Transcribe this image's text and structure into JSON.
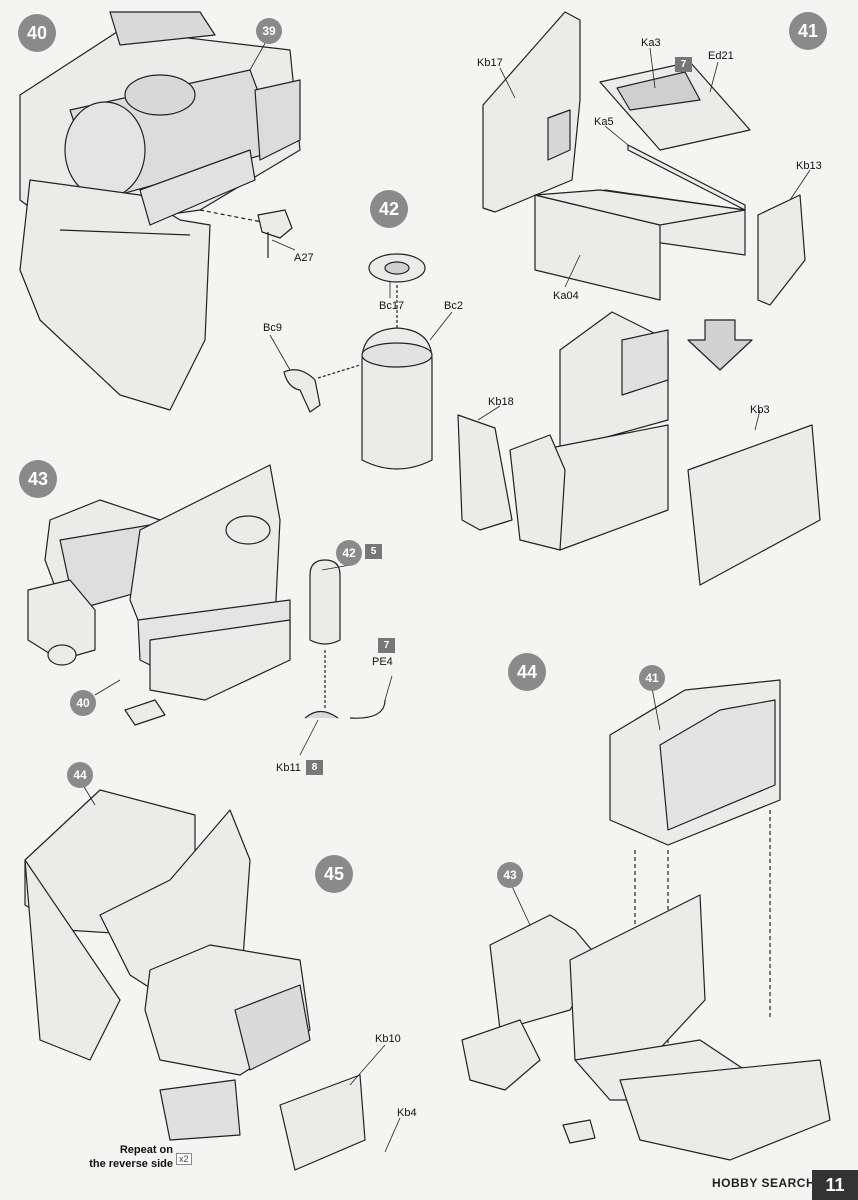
{
  "steps": {
    "s40": "40",
    "s41": "41",
    "s42": "42",
    "s43": "43",
    "s44": "44",
    "s45": "45"
  },
  "refs": {
    "r39": "39",
    "r42": "42",
    "r40": "40",
    "r41": "41",
    "r43": "43",
    "r44": "44"
  },
  "parts": {
    "kb17": "Kb17",
    "ka3": "Ka3",
    "ed21": "Ed21",
    "ka5": "Ka5",
    "kb13": "Kb13",
    "ka04": "Ka04",
    "kb18": "Kb18",
    "kb3": "Kb3",
    "a27": "A27",
    "bc17": "Bc17",
    "bc2": "Bc2",
    "bc9": "Bc9",
    "pe4": "PE4",
    "kb11": "Kb11",
    "kb10": "Kb10",
    "kb4": "Kb4"
  },
  "colors": {
    "c7a": "7",
    "c5": "5",
    "c7b": "7",
    "c8": "8"
  },
  "note": {
    "line1": "Repeat on",
    "line2": "the reverse side",
    "x2": "x2"
  },
  "page_number": "11",
  "watermark": "HOBBY SEARCH"
}
